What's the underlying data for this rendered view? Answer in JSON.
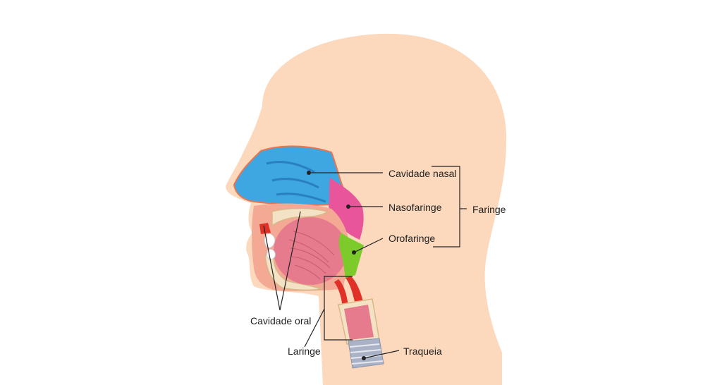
{
  "labels": {
    "nasal_cavity": "Cavidade nasal",
    "nasopharynx": "Nasofaringe",
    "oropharynx": "Orofaringe",
    "pharynx": "Faringe",
    "oral_cavity": "Cavidade oral",
    "larynx": "Laringe",
    "trachea": "Traqueia"
  },
  "colors": {
    "skin": "#fcd9bd",
    "nasal_cavity": "#3ea6e0",
    "nasopharynx": "#e8559b",
    "oropharynx": "#7ccb2a",
    "tongue": "#e57b8d",
    "inner_tissue": "#f4a994",
    "vessel": "#e03027",
    "bone": "#f3e3c4",
    "trachea": "#a9b2c7"
  }
}
